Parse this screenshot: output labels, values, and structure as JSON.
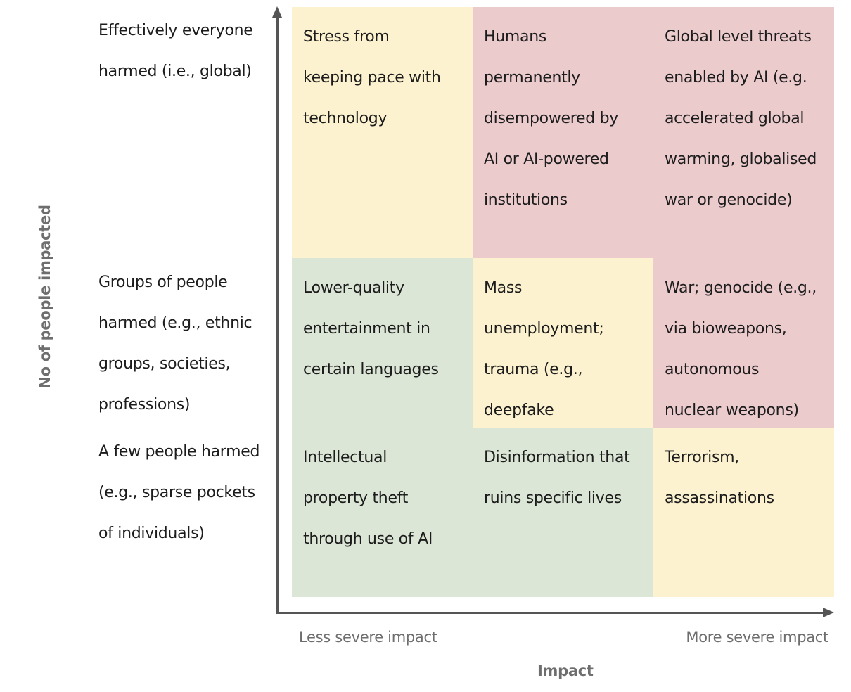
{
  "row_labels": {
    "global": "Effectively everyone\nharmed (i.e., global)",
    "groups": "Groups of people\nharmed (e.g., ethnic\ngroups, societies,\nprofessions)",
    "few": "A few people harmed\n (e.g., sparse pockets\nof individuals)"
  },
  "cells": {
    "global_low": "Stress from\nkeeping pace with\ntechnology",
    "global_mid": "Humans\npermanently\ndisempowered by\nAI or AI-powered\ninstitutions",
    "global_high": "Global level threats\nenabled by AI (e.g.\naccelerated global\nwarming, globalised\nwar or genocide)",
    "groups_low": "Lower-quality\nentertainment in\ncertain languages",
    "groups_mid": "Mass\nunemployment;\ntrauma (e.g.,\ndeepfake",
    "groups_high": "War; genocide (e.g.,\nvia bioweapons,\nautonomous\nnuclear weapons)",
    "few_low": "Intellectual\nproperty theft\nthrough use of AI",
    "few_mid": "Disinformation that\nruins specific lives",
    "few_high": "Terrorism,\nassassinations"
  },
  "axes": {
    "x_title": "Impact",
    "x_low": "Less severe impact",
    "x_high": "More severe impact",
    "y_title": "No of people impacted"
  },
  "colors": {
    "green": "#dce6d6",
    "yellow": "#fcf2cf",
    "red": "#eccbcd",
    "axis": "#555555"
  }
}
